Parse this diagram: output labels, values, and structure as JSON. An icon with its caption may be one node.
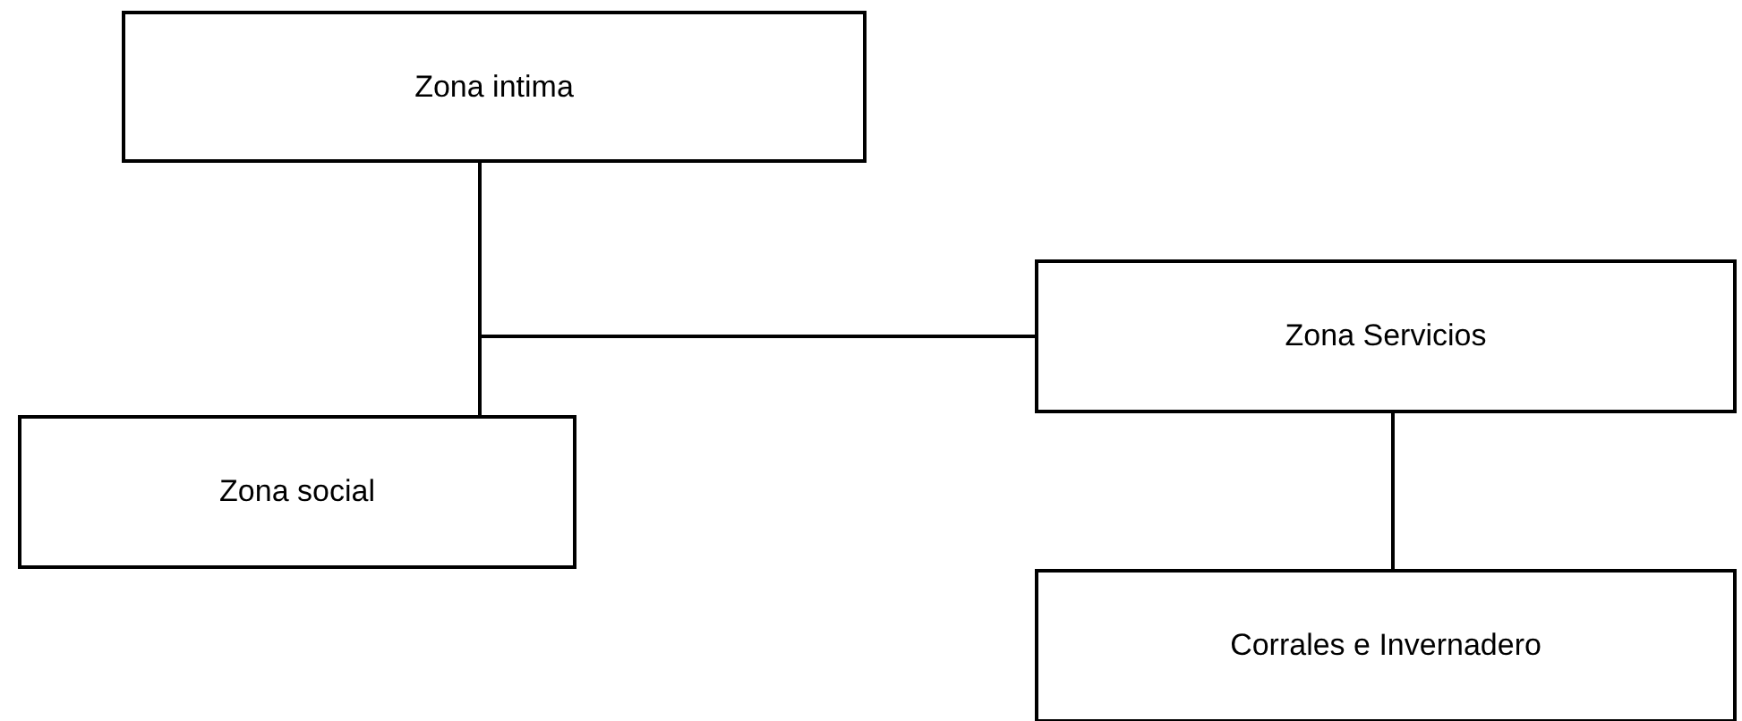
{
  "diagram": {
    "nodes": [
      {
        "text": [
          "Zona intima"
        ]
      },
      {
        "text": [
          "Zona Servicios"
        ]
      },
      {
        "text": [
          "Zona social"
        ]
      },
      {
        "text": [
          "Corrales e Invernadero"
        ]
      }
    ],
    "edges": [
      {
        "from": 0,
        "to": 2,
        "arrow": "none"
      },
      {
        "from": 0,
        "to": 1,
        "arrow": "none"
      },
      {
        "from": 1,
        "to": 3,
        "arrow": "none"
      }
    ]
  }
}
